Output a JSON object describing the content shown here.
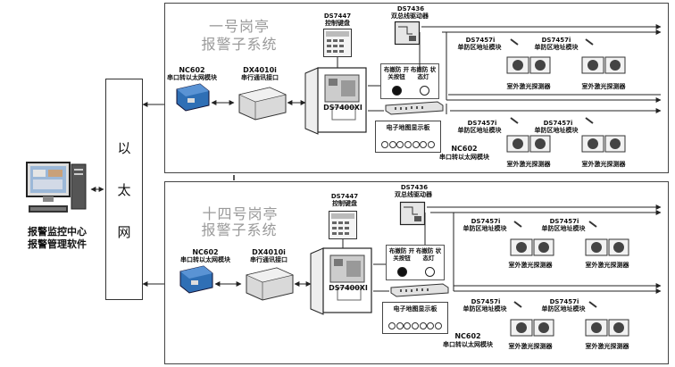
{
  "left": {
    "center_label_line1": "报警监控中心",
    "center_label_line2": "报警管理软件",
    "ethernet_chars": [
      "以",
      "太",
      "网"
    ]
  },
  "subsystem_top": {
    "title_line1": "一号岗亭",
    "title_line2": "报警子系统",
    "converter_model": "NC602",
    "converter_desc": "串口转以太网模块",
    "serial_model": "DX4010i",
    "serial_desc": "串行通讯接口",
    "keypad_model": "DS7447",
    "keypad_desc": "控制键盘",
    "driver_model": "DS7436",
    "driver_desc": "双总线驱动器",
    "panel_model": "DS7400XI",
    "panel_btn1": "布撤防 开关按钮",
    "panel_btn2": "布撤防 状态灯",
    "display_label": "电子地图显示板",
    "module_model": "DS7457i",
    "module_desc": "单防区地址模块",
    "detector_label": "室外激光探测器",
    "bottom_converter_model": "NC602",
    "bottom_converter_desc": "串口转以太网模块"
  },
  "subsystem_bottom": {
    "title_line1": "十四号岗亭",
    "title_line2": "报警子系统",
    "converter_model": "NC602",
    "converter_desc": "串口转以太网模块",
    "serial_model": "DX4010i",
    "serial_desc": "串行通讯接口",
    "keypad_model": "DS7447",
    "keypad_desc": "控制键盘",
    "driver_model": "DS7436",
    "driver_desc": "双总线驱动器",
    "panel_model": "DS7400XI",
    "panel_btn1": "布撤防 开关按钮",
    "panel_btn2": "布撤防 状态灯",
    "display_label": "电子地图显示板",
    "module_model": "DS7457i",
    "module_desc": "单防区地址模块",
    "detector_label": "室外激光探测器",
    "bottom_converter_model": "NC602",
    "bottom_converter_desc": "串口转以太网模块"
  }
}
